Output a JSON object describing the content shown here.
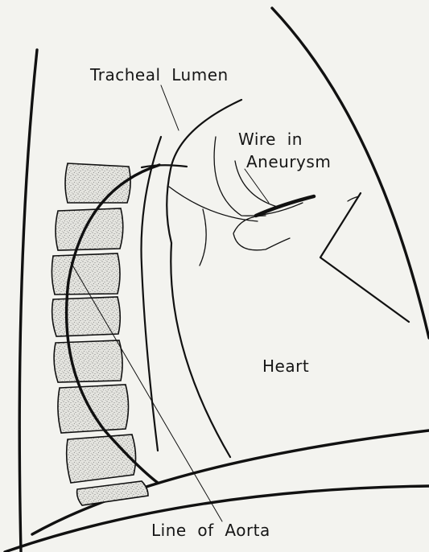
{
  "figure": {
    "labels": {
      "tracheal_lumen": "Tracheal  Lumen",
      "wire_in": "Wire  in",
      "aneurysm": "Aneurysm",
      "heart": "Heart",
      "line_of_aorta": "Line  of  Aorta"
    }
  }
}
